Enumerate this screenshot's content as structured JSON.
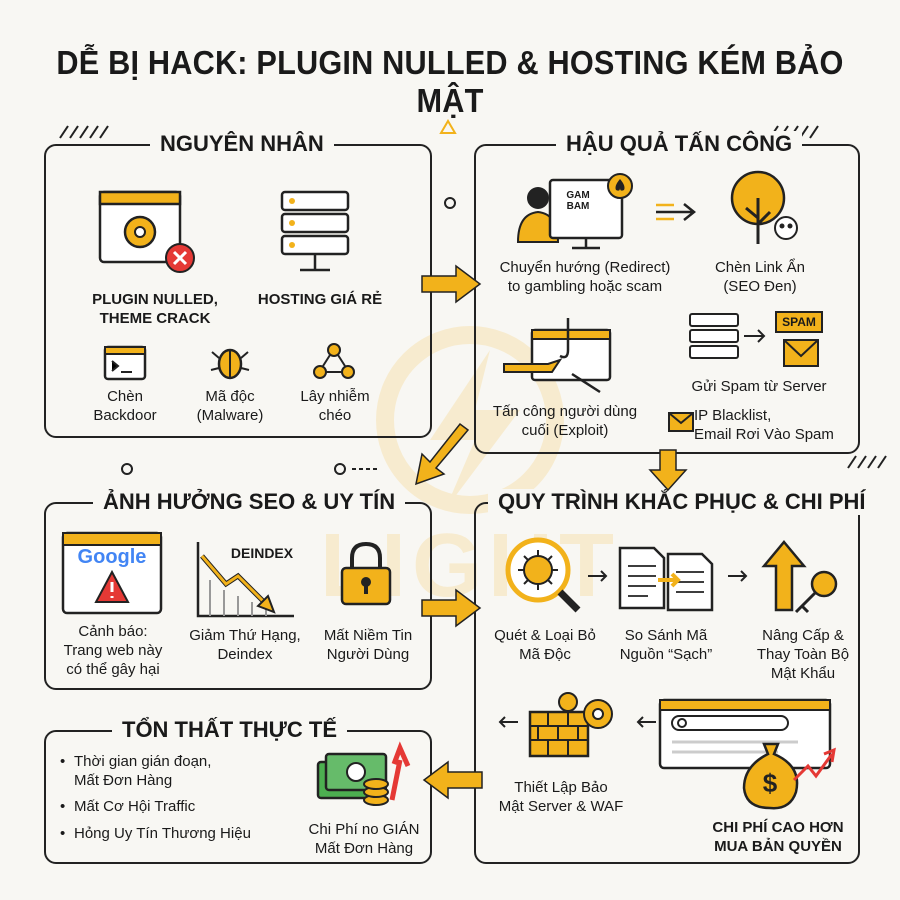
{
  "title": "DỄ BỊ HACK: PLUGIN NULLED & HOSTING KÉM BẢO MẬT",
  "watermark": "LIGHT",
  "colors": {
    "accent": "#f2b21b",
    "ink": "#222222",
    "alert": "#e53935"
  },
  "causes": {
    "title": "NGUYÊN NHÂN",
    "plugin": "PLUGIN NULLED,\nTHEME CRACK",
    "hosting": "HOSTING GIÁ RẺ",
    "backdoor": "Chèn\nBackdoor",
    "malware": "Mã độc\n(Malware)",
    "cross": "Lây nhiễm\nchéo"
  },
  "consequences": {
    "title": "HẬU QUẢ TẤN CÔNG",
    "screen_text": "GAM\nBAM",
    "redirect": "Chuyển hướng (Redirect)\nto gambling hoặc scam",
    "hidden_links": "Chèn Link Ẩn\n(SEO Đen)",
    "exploit": "Tấn công người dùng\ncuối (Exploit)",
    "spam_badge": "SPAM",
    "spam": "Gửi Spam từ Server",
    "blacklist": "IP Blacklist,\nEmail Rơi Vào Spam"
  },
  "seo": {
    "title": "ẢNH HƯỞNG SEO & UY TÍN",
    "google": "Google",
    "deindex_label": "DEINDEX",
    "warning": "Cảnh báo:\nTrang web này\ncó thể gây hại",
    "rank_drop": "Giảm Thứ Hạng,\nDeindex",
    "trust_loss": "Mất Niềm Tin\nNgười Dùng"
  },
  "fix": {
    "title": "QUY TRÌNH KHẮC PHỤC & CHI PHÍ",
    "scan": "Quét & Loại Bỏ\nMã Độc",
    "compare": "So Sánh Mã\nNguồn “Sạch”",
    "upgrade": "Nâng Cấp &\nThay Toàn Bộ\nMật Khẩu",
    "waf": "Thiết Lập Bảo\nMật Server & WAF",
    "cost": "CHI PHÍ CAO HƠN\nMUA BẢN QUYỀN"
  },
  "losses": {
    "title": "TỔN THẤT THỰC TẾ",
    "bullets": [
      "Thời gian gián đoạn,\nMất Đơn Hàng",
      "Mất Cơ Hội Traffic",
      "Hỏng Uy Tín Thương Hiệu"
    ],
    "money": "Chi Phí no GIÁN\nMất Đơn Hàng"
  }
}
